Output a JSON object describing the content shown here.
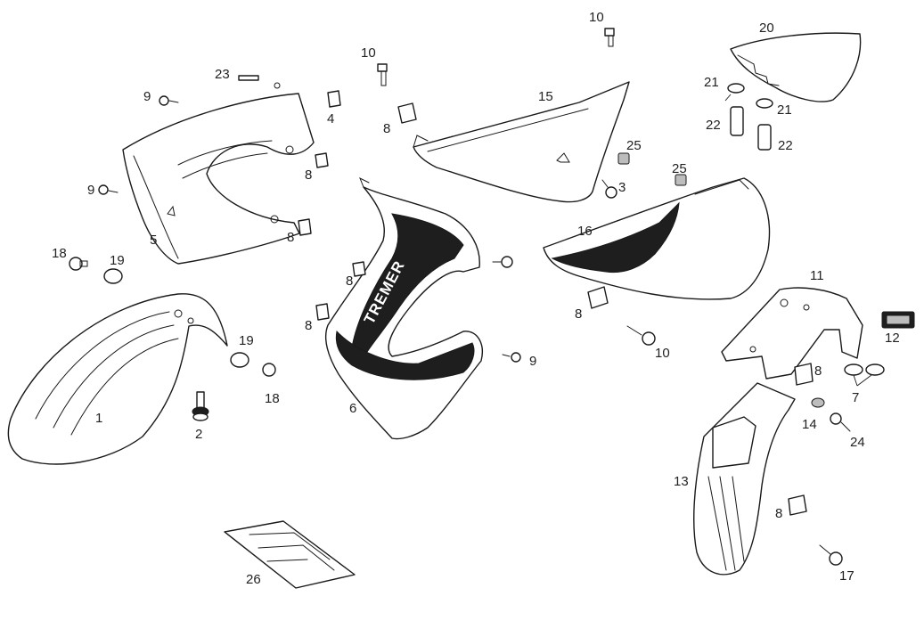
{
  "diagram": {
    "fairing_decal": "TREMER",
    "callouts": [
      {
        "id": "c1",
        "label": "1"
      },
      {
        "id": "c2",
        "label": "2"
      },
      {
        "id": "c3",
        "label": "3"
      },
      {
        "id": "c4",
        "label": "4"
      },
      {
        "id": "c5",
        "label": "5"
      },
      {
        "id": "c6",
        "label": "6"
      },
      {
        "id": "c7",
        "label": "7"
      },
      {
        "id": "c8a",
        "label": "8"
      },
      {
        "id": "c8b",
        "label": "8"
      },
      {
        "id": "c8c",
        "label": "8"
      },
      {
        "id": "c8d",
        "label": "8"
      },
      {
        "id": "c8e",
        "label": "8"
      },
      {
        "id": "c8f",
        "label": "8"
      },
      {
        "id": "c8g",
        "label": "8"
      },
      {
        "id": "c8h",
        "label": "8"
      },
      {
        "id": "c9a",
        "label": "9"
      },
      {
        "id": "c9b",
        "label": "9"
      },
      {
        "id": "c9c",
        "label": "9"
      },
      {
        "id": "c10a",
        "label": "10"
      },
      {
        "id": "c10b",
        "label": "10"
      },
      {
        "id": "c10c",
        "label": "10"
      },
      {
        "id": "c11",
        "label": "11"
      },
      {
        "id": "c12",
        "label": "12"
      },
      {
        "id": "c13",
        "label": "13"
      },
      {
        "id": "c14",
        "label": "14"
      },
      {
        "id": "c15",
        "label": "15"
      },
      {
        "id": "c16",
        "label": "16"
      },
      {
        "id": "c17",
        "label": "17"
      },
      {
        "id": "c18a",
        "label": "18"
      },
      {
        "id": "c18b",
        "label": "18"
      },
      {
        "id": "c19a",
        "label": "19"
      },
      {
        "id": "c19b",
        "label": "19"
      },
      {
        "id": "c20",
        "label": "20"
      },
      {
        "id": "c21a",
        "label": "21"
      },
      {
        "id": "c21b",
        "label": "21"
      },
      {
        "id": "c22a",
        "label": "22"
      },
      {
        "id": "c22b",
        "label": "22"
      },
      {
        "id": "c23",
        "label": "23"
      },
      {
        "id": "c24",
        "label": "24"
      },
      {
        "id": "c25a",
        "label": "25"
      },
      {
        "id": "c25b",
        "label": "25"
      },
      {
        "id": "c26",
        "label": "26"
      }
    ]
  }
}
